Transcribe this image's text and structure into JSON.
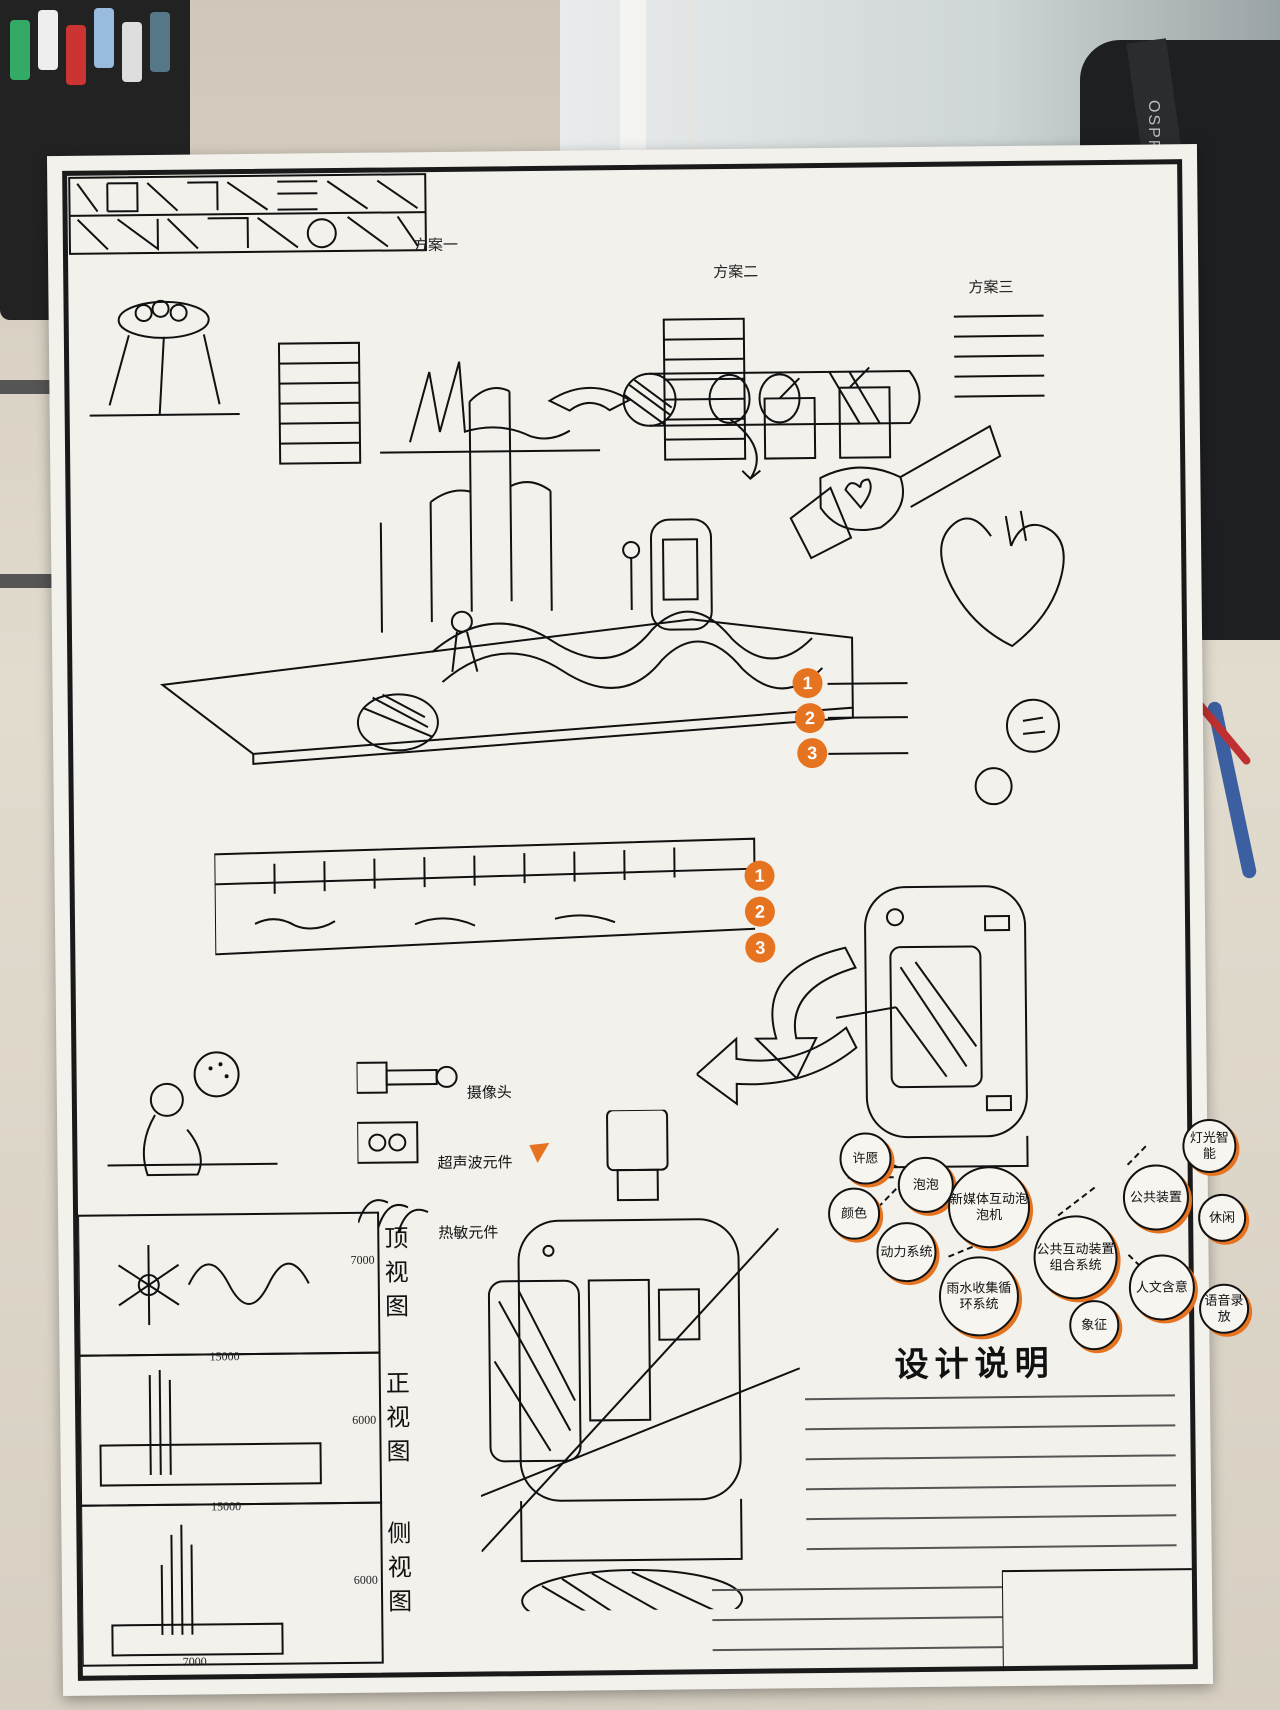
{
  "scene": {
    "background_brand": "OSPREY"
  },
  "poster": {
    "title_blocks": "",
    "plans": [
      {
        "label": "方案一"
      },
      {
        "label": "方案二"
      },
      {
        "label": "方案三"
      }
    ],
    "step_numbers": [
      "1",
      "2",
      "3"
    ],
    "step_numbers_lower": [
      "1",
      "2",
      "3"
    ],
    "components": {
      "camera": "摄像头",
      "ultrasonic": "超声波元件",
      "thermal": "热敏元件"
    },
    "views": [
      {
        "label": "顶视图",
        "width_dim": "15000",
        "height_dim": "7000"
      },
      {
        "label": "正视图",
        "width_dim": "15000",
        "height_dim": "6000"
      },
      {
        "label": "侧视图",
        "width_dim": "7000",
        "height_dim": "6000"
      }
    ],
    "mindmap": {
      "nodes": [
        "许愿",
        "泡泡",
        "颜色",
        "动力系统",
        "新媒体互动泡泡机",
        "雨水收集循环系统",
        "公共互动装置组合系统",
        "公共装置",
        "灯光智能",
        "休闲",
        "人文含意",
        "象征",
        "语音录放"
      ]
    },
    "design_notes_title": "设计说明",
    "colors": {
      "accent": "#e6731f",
      "ink": "#111111",
      "paper": "#f2f1ec"
    }
  }
}
